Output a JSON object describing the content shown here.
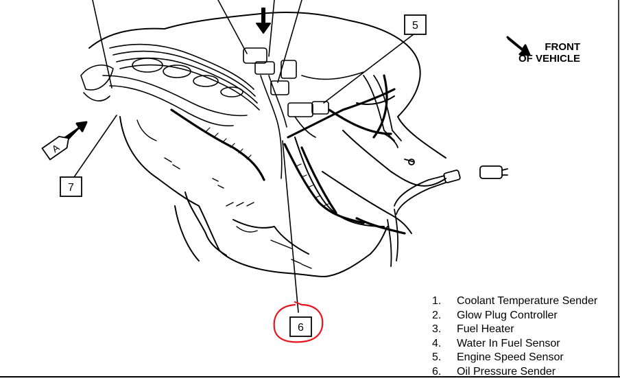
{
  "callouts": {
    "c5": "5",
    "c6": "6",
    "c7": "7",
    "view_a": "A"
  },
  "front_label": {
    "line1": "FRONT",
    "line2": "OF VEHICLE"
  },
  "legend": [
    {
      "num": "1.",
      "text": "Coolant Temperature Sender"
    },
    {
      "num": "2.",
      "text": "Glow Plug Controller"
    },
    {
      "num": "3.",
      "text": "Fuel Heater"
    },
    {
      "num": "4.",
      "text": "Water In Fuel Sensor"
    },
    {
      "num": "5.",
      "text": "Engine Speed Sensor"
    },
    {
      "num": "6.",
      "text": "Oil Pressure Sender"
    }
  ],
  "colors": {
    "ink": "#000000",
    "highlight_circle": "#e8141c",
    "background": "#ffffff"
  }
}
